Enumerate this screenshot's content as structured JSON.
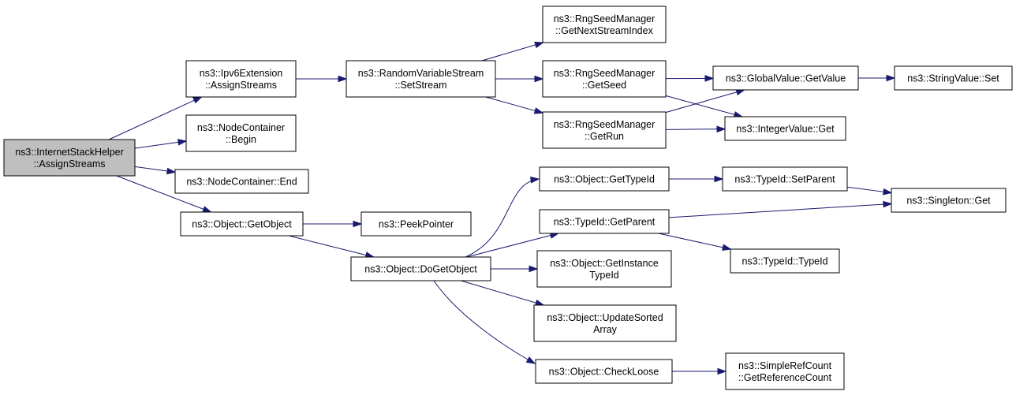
{
  "nodes": {
    "root": [
      "ns3::InternetStackHelper",
      "::AssignStreams"
    ],
    "ipv6": [
      "ns3::Ipv6Extension",
      "::AssignStreams"
    ],
    "ncb": [
      "ns3::NodeContainer",
      "::Begin"
    ],
    "nce": [
      "ns3::NodeContainer::End"
    ],
    "getobj": [
      "ns3::Object::GetObject"
    ],
    "peek": [
      "ns3::PeekPointer"
    ],
    "doget": [
      "ns3::Object::DoGetObject"
    ],
    "rvs": [
      "ns3::RandomVariableStream",
      "::SetStream"
    ],
    "rngn": [
      "ns3::RngSeedManager",
      "::GetNextStreamIndex"
    ],
    "rngs": [
      "ns3::RngSeedManager",
      "::GetSeed"
    ],
    "rngr": [
      "ns3::RngSeedManager",
      "::GetRun"
    ],
    "gv": [
      "ns3::GlobalValue::GetValue"
    ],
    "iv": [
      "ns3::IntegerValue::Get"
    ],
    "sv": [
      "ns3::StringValue::Set"
    ],
    "gtid": [
      "ns3::Object::GetTypeId"
    ],
    "tgp": [
      "ns3::TypeId::GetParent"
    ],
    "gitid": [
      "ns3::Object::GetInstance",
      "TypeId"
    ],
    "usa": [
      "ns3::Object::UpdateSorted",
      "Array"
    ],
    "cl": [
      "ns3::Object::CheckLoose"
    ],
    "tsp": [
      "ns3::TypeId::SetParent"
    ],
    "sg": [
      "ns3::Singleton::Get"
    ],
    "ttid": [
      "ns3::TypeId::TypeId"
    ],
    "src": [
      "ns3::SimpleRefCount",
      "::GetReferenceCount"
    ]
  },
  "edges": [
    [
      "root",
      "ipv6"
    ],
    [
      "root",
      "ncb"
    ],
    [
      "root",
      "nce"
    ],
    [
      "root",
      "getobj"
    ],
    [
      "ipv6",
      "rvs"
    ],
    [
      "rvs",
      "rngn"
    ],
    [
      "rvs",
      "rngs"
    ],
    [
      "rvs",
      "rngr"
    ],
    [
      "rngs",
      "gv"
    ],
    [
      "rngs",
      "iv"
    ],
    [
      "rngr",
      "gv"
    ],
    [
      "rngr",
      "iv"
    ],
    [
      "gv",
      "sv"
    ],
    [
      "getobj",
      "peek"
    ],
    [
      "getobj",
      "doget"
    ],
    [
      "doget",
      "gtid"
    ],
    [
      "doget",
      "tgp"
    ],
    [
      "doget",
      "gitid"
    ],
    [
      "doget",
      "usa"
    ],
    [
      "doget",
      "cl"
    ],
    [
      "gtid",
      "tsp"
    ],
    [
      "tsp",
      "sg"
    ],
    [
      "tgp",
      "sg"
    ],
    [
      "tgp",
      "ttid"
    ],
    [
      "cl",
      "src"
    ]
  ]
}
